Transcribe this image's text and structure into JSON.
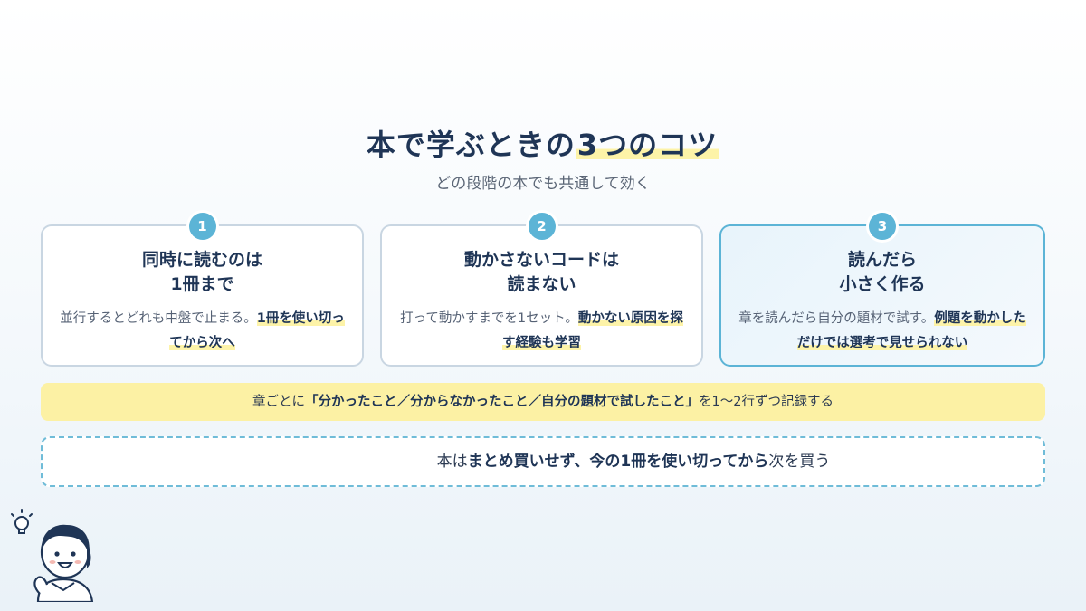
{
  "header": {
    "title_pre": "本で学ぶときの",
    "title_highlight": "3つのコツ",
    "subtitle": "どの段階の本でも共通して効く"
  },
  "cards": [
    {
      "number": "1",
      "title_line1": "同時に読むのは",
      "title_line2": "1冊まで",
      "desc_plain": "並行するとどれも中盤で止まる。",
      "desc_emph": "1冊を使い切ってから次へ"
    },
    {
      "number": "2",
      "title_line1": "動かさないコードは",
      "title_line2": "読まない",
      "desc_plain": "打って動かすまでを1セット。",
      "desc_emph": "動かない原因を探す経験も学習"
    },
    {
      "number": "3",
      "title_line1": "読んだら",
      "title_line2": "小さく作る",
      "desc_plain": "章を読んだら自分の題材で試す。",
      "desc_emph": "例題を動かしただけでは選考で見せられない"
    }
  ],
  "record_bar": {
    "prefix": "章ごとに",
    "emph": "「分かったこと／分からなかったこと／自分の題材で試したこと」",
    "suffix": "を1〜2行ずつ記録する"
  },
  "bottom_box": {
    "prefix": "本は",
    "emph": "まとめ買いせず、今の1冊を使い切ってから",
    "suffix": "次を買う"
  },
  "icons": {
    "mascot": "person-with-lightbulb-icon",
    "accent_color": "#5cb4d6",
    "highlight_color": "#fdf3a8"
  }
}
